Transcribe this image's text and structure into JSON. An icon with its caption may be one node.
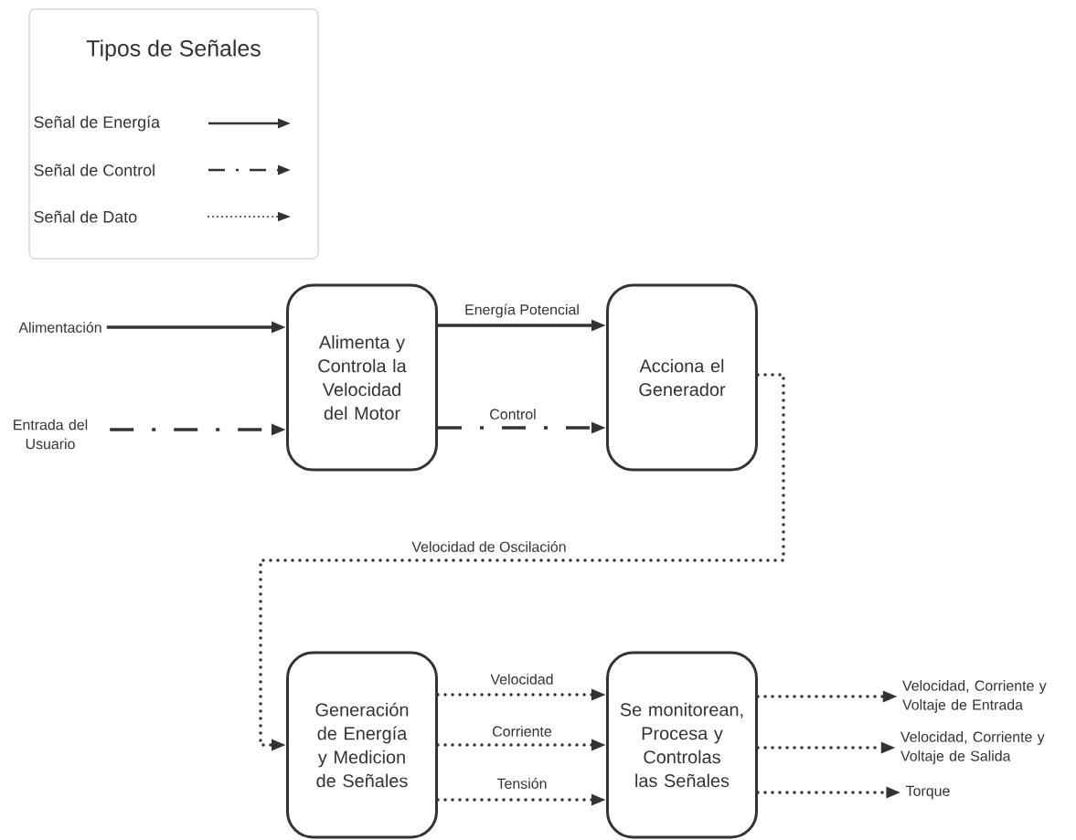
{
  "diagram": {
    "nodes": [
      {
        "text": [
          "Alimentación"
        ]
      },
      {
        "text": [
          "Entrada del Usuario"
        ]
      },
      {
        "text": [
          "Alimenta y Controla la Velocidad del Motor"
        ]
      },
      {
        "text": [
          "Acciona el Generador"
        ]
      },
      {
        "text": [
          "Generación de Energía y Medicion de Señales"
        ]
      },
      {
        "text": [
          "Se monitorean, Procesa y Controlas las Señales"
        ]
      },
      {
        "text": [
          "Velocidad, Corriente y Voltaje de Entrada"
        ]
      },
      {
        "text": [
          "Velocidad, Corriente y Voltaje de Salida"
        ]
      },
      {
        "text": [
          "Torque"
        ]
      }
    ],
    "edges": [
      {
        "from": 0,
        "to": 2,
        "arrow": "to"
      },
      {
        "from": 1,
        "to": 2,
        "arrow": "to",
        "style": "dashed"
      },
      {
        "from": 2,
        "to": 3,
        "arrow": "to",
        "label": "Energía Potencial"
      },
      {
        "from": 2,
        "to": 3,
        "arrow": "to",
        "label": "Control",
        "style": "dashed"
      },
      {
        "from": 3,
        "to": 4,
        "arrow": "to",
        "label": "Velocidad de Oscilación",
        "style": "dashed"
      },
      {
        "from": 4,
        "to": 5,
        "arrow": "to",
        "label": "Velocidad",
        "style": "dashed"
      },
      {
        "from": 4,
        "to": 5,
        "arrow": "to",
        "label": "Corriente",
        "style": "dashed"
      },
      {
        "from": 4,
        "to": 5,
        "arrow": "to",
        "label": "Tensión",
        "style": "dashed"
      },
      {
        "from": 5,
        "to": 6,
        "arrow": "to",
        "style": "dashed"
      },
      {
        "from": 5,
        "to": 7,
        "arrow": "to",
        "style": "dashed"
      },
      {
        "from": 5,
        "to": 8,
        "arrow": "to",
        "style": "dashed"
      }
    ],
    "labels": [
      "Tipos de Señales"
    ],
    "legend": [
      {
        "text": "Señal de Energía"
      },
      {
        "text": "Señal de Control"
      },
      {
        "text": "Señal de Dato"
      }
    ]
  }
}
